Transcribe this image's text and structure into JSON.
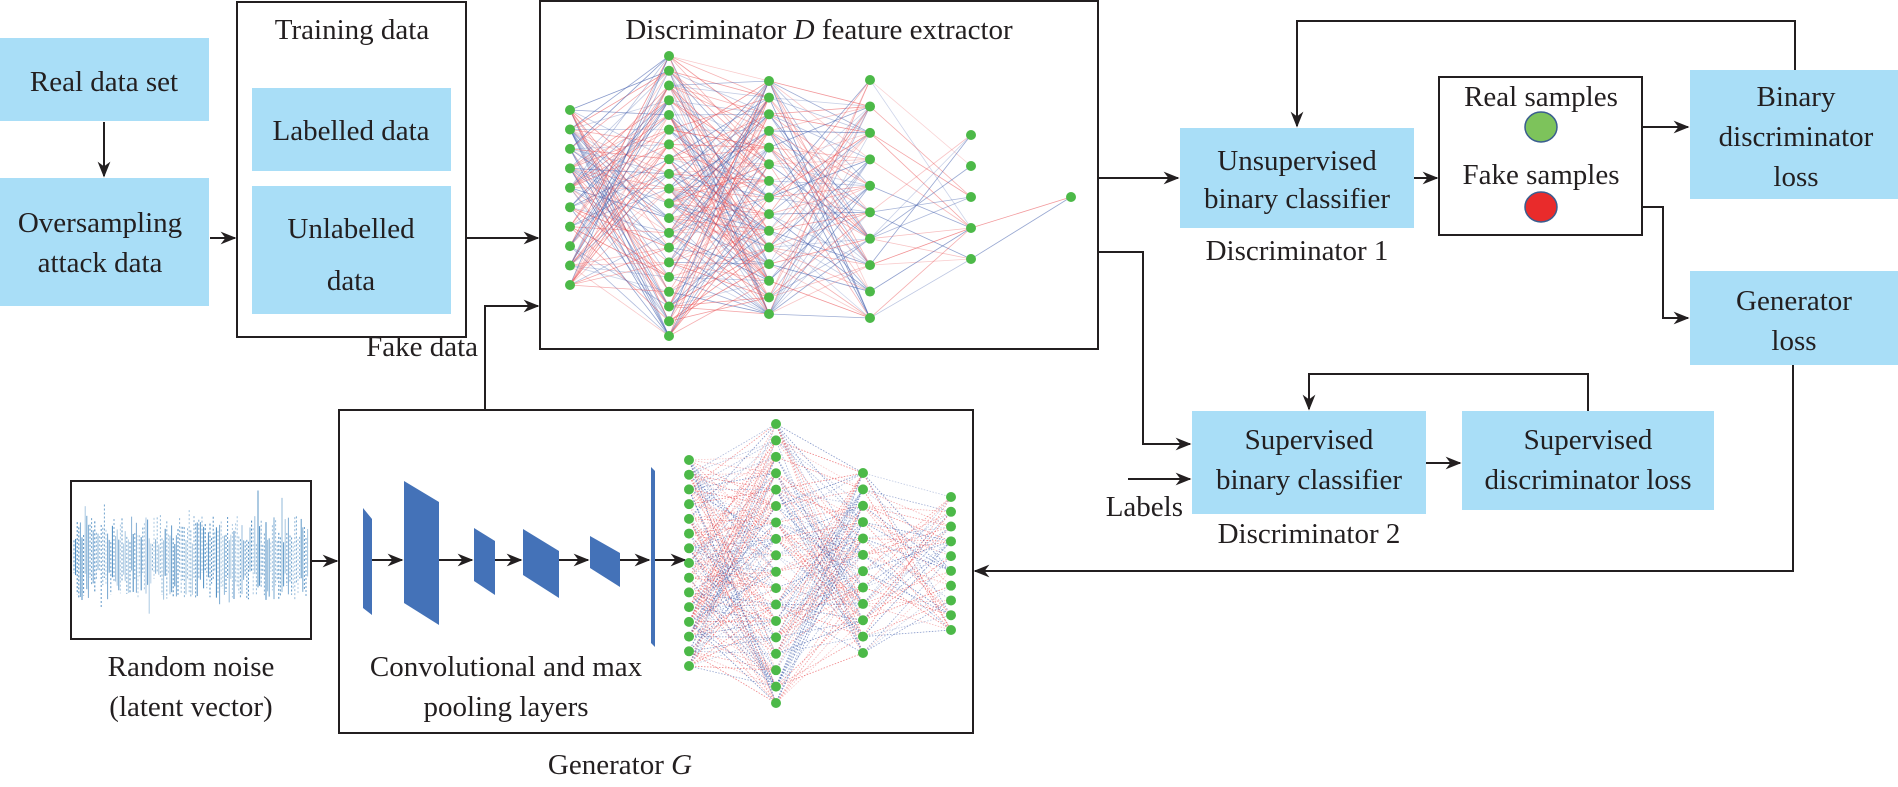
{
  "colors": {
    "box_fill": "#a9def7",
    "line": "#231f20",
    "neuron": "#4cb948",
    "edge_red": "#e8464a",
    "edge_blue": "#3a57a8",
    "conv_layer": "#4472b8",
    "noise": "#2e78b7",
    "real_sample": "#7dc35b",
    "fake_sample": "#e92b2b",
    "sample_outline": "#3a5d8f"
  },
  "boxes": {
    "real_data_set": "Real data set",
    "oversampling": [
      "Oversampling",
      "attack data"
    ],
    "training_data_title": "Training data",
    "labelled_data": "Labelled data",
    "unlabelled_data": [
      "Unlabelled",
      "data"
    ],
    "discriminator_title_prefix": "Discriminator ",
    "discriminator_title_symbol": "D",
    "discriminator_title_suffix": " feature extractor",
    "unsupervised_classifier": [
      "Unsupervised",
      "binary classifier"
    ],
    "discriminator_1": "Discriminator 1",
    "real_samples": "Real samples",
    "fake_samples": "Fake samples",
    "binary_disc_loss": [
      "Binary",
      "discriminator",
      "loss"
    ],
    "generator_loss": [
      "Generator",
      "loss"
    ],
    "supervised_classifier": [
      "Supervised",
      "binary classifier"
    ],
    "supervised_disc_loss": [
      "Supervised",
      "discriminator loss"
    ],
    "discriminator_2": "Discriminator 2",
    "labels": "Labels",
    "fake_data": "Fake data",
    "random_noise": [
      "Random noise",
      "(latent vector)"
    ],
    "conv_layers": [
      "Convolutional and max",
      "pooling layers"
    ],
    "generator_title_prefix": "Generator ",
    "generator_title_symbol": "G"
  },
  "discriminator_network": {
    "layer_sizes": [
      10,
      20,
      15,
      10,
      5,
      1
    ]
  },
  "generator_network": {
    "layer_sizes": [
      15,
      18,
      12,
      10
    ],
    "conv_layer_count": 6
  }
}
